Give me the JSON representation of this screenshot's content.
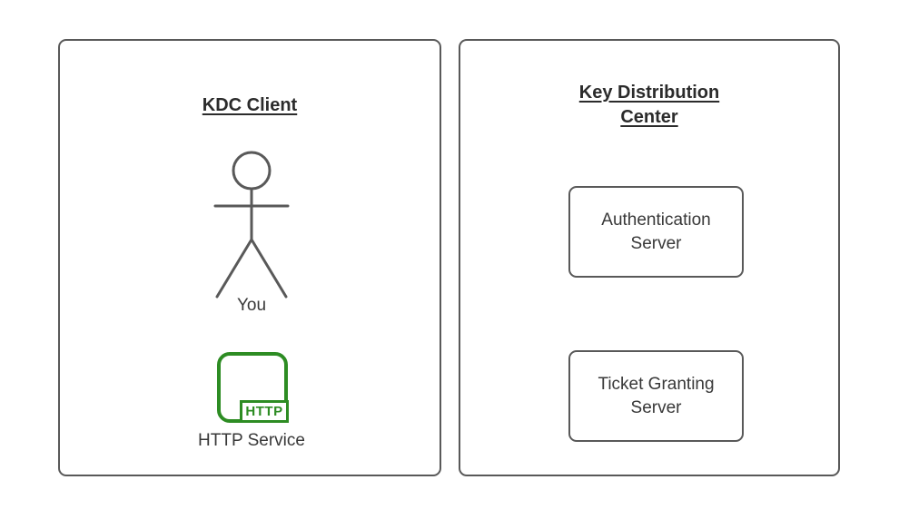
{
  "left_panel": {
    "title": "KDC Client",
    "actor_label": "You",
    "http_icon_label": "HTTP",
    "http_service_label": "HTTP Service"
  },
  "right_panel": {
    "title_line1": "Key Distribution",
    "title_line2": "Center",
    "boxes": [
      {
        "line1": "Authentication",
        "line2": "Server"
      },
      {
        "line1": "Ticket Granting",
        "line2": "Server"
      }
    ]
  },
  "colors": {
    "background": "#ffffff",
    "panel_border": "#595959",
    "shape_border": "#595959",
    "title_text": "#2b2b2b",
    "label_text": "#383838",
    "http_green": "#2d8c23"
  }
}
